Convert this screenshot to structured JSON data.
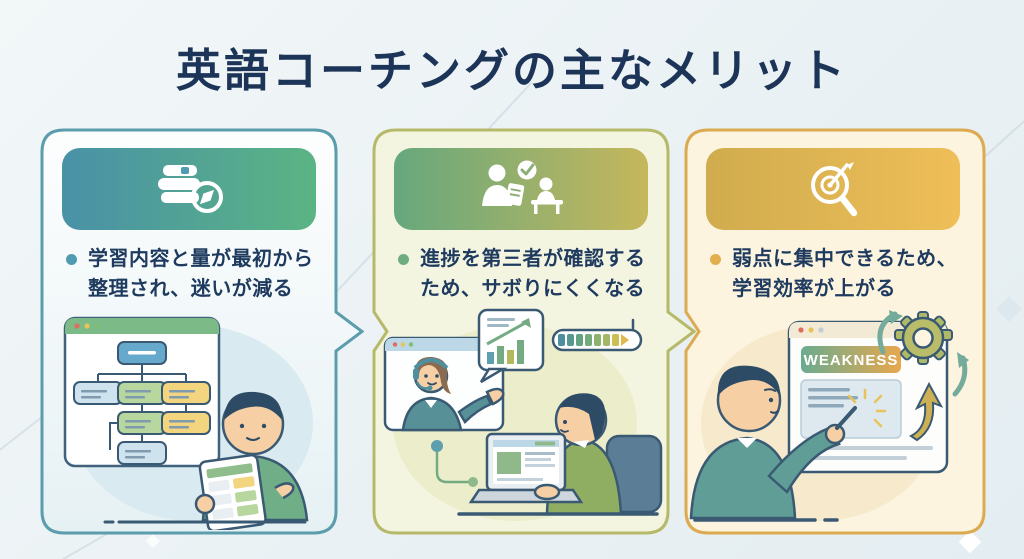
{
  "title": "英語コーチングの主なメリット",
  "colors": {
    "title_text": "#1c3457",
    "body_text": "#1e3a5e",
    "card1_accent": "#4f9bb0",
    "card2_accent": "#6fac7f",
    "card3_accent": "#e3ae4e",
    "card1_header_gradient": [
      "#4991a7",
      "#5bb483"
    ],
    "card2_header_gradient": [
      "#66a87d",
      "#c6b75c"
    ],
    "card3_header_gradient": [
      "#d0ac4e",
      "#efbe58"
    ]
  },
  "panels": [
    {
      "icon": "books-compass-icon",
      "text": "学習内容と量が最初から\n整理され、迷いが減る",
      "illustration": "person-with-tablet-and-flowchart"
    },
    {
      "icon": "coach-check-student-icon",
      "text": "進捗を第三者が確認する\nため、サボりにくくなる",
      "illustration": "online-coaching-progress-check"
    },
    {
      "icon": "target-magnifier-icon",
      "text": "弱点に集中できるため、\n学習効率が上がる",
      "illustration": "weakness-analysis-screen",
      "weakness_label": "WEAKNESS"
    }
  ]
}
